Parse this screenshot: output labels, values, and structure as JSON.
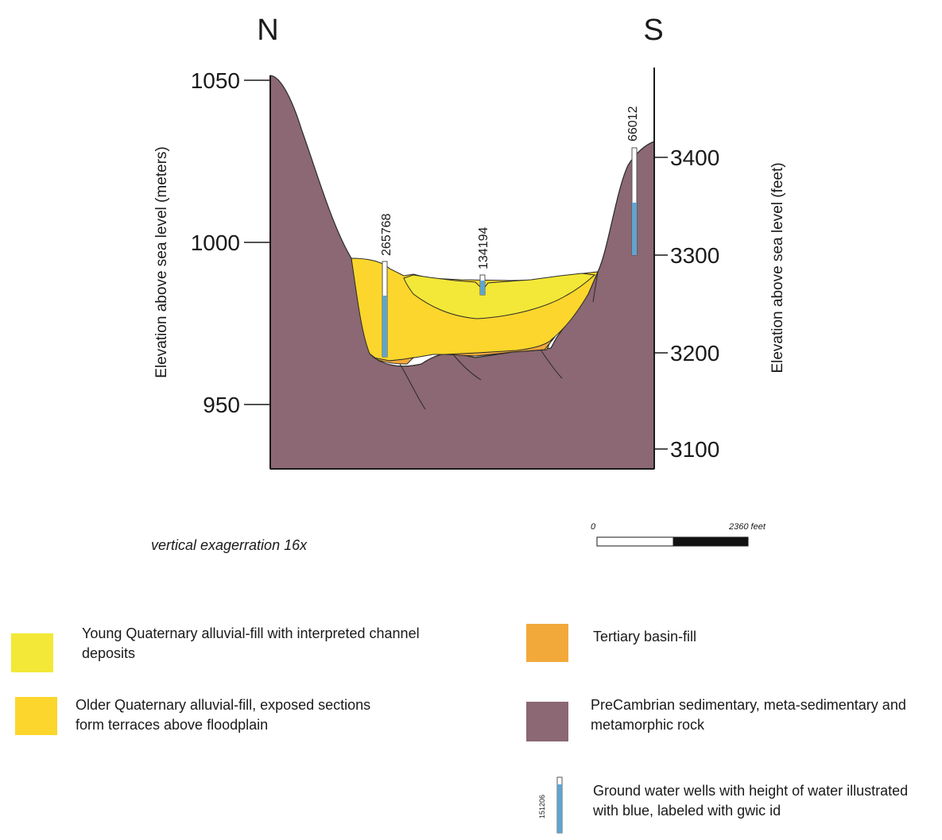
{
  "directions": {
    "north": "N",
    "south": "S"
  },
  "left_axis": {
    "title": "Elevation above sea level (meters)",
    "ticks": [
      "1050",
      "1000",
      "950"
    ]
  },
  "right_axis": {
    "title": "Elevation above sea level (feet)",
    "ticks": [
      "3400",
      "3300",
      "3200",
      "3100"
    ]
  },
  "wells": [
    {
      "id": "265768"
    },
    {
      "id": "134194"
    },
    {
      "id": "66012"
    }
  ],
  "scale_bar": {
    "start_label": "0",
    "end_label": "2360 feet"
  },
  "note": "vertical exagerration 16x",
  "legend": {
    "young_quaternary": "Young Quaternary alluvial-fill with interpreted channel deposits",
    "older_quaternary": "Older Quaternary alluvial-fill,  exposed sections form terraces above floodplain",
    "tertiary": "Tertiary basin-fill",
    "precambrian": "PreCambrian sedimentary, meta-sedimentary and metamorphic rock",
    "wells": "Ground water wells with height of water illustrated with blue, labeled with gwic id",
    "wells_sample_id": "151206"
  },
  "colors": {
    "precambrian": "#8b6873",
    "older_quaternary": "#fcd62c",
    "young_quaternary": "#f3e837",
    "tertiary": "#f2a93a",
    "water": "#5fa4cf"
  }
}
